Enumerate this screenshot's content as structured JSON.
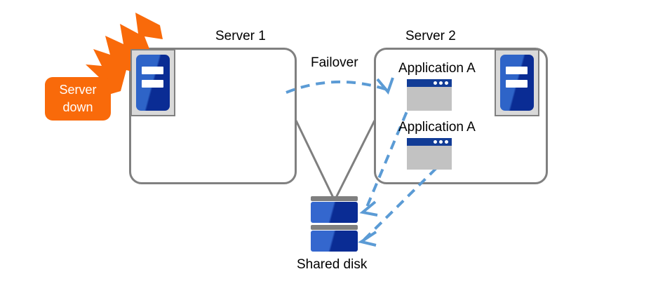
{
  "diagram": {
    "title_server1": "Server 1",
    "title_server2": "Server 2",
    "failover_label": "Failover",
    "shared_disk_label": "Shared disk",
    "badge": {
      "line1": "Server",
      "line2": "down"
    },
    "applications": [
      {
        "label": "Application A"
      },
      {
        "label": "Application A"
      }
    ],
    "colors": {
      "alert_orange": "#F96A0A",
      "server_blue_light": "#2E64C8",
      "server_blue_dark": "#0A2C94",
      "box_gray": "#808080",
      "app_body_gray": "#C2C2C2",
      "app_titlebar_blue": "#123C96",
      "arrow_blue": "#5B9BD5",
      "disk_cap_gray": "#7F7F7F"
    },
    "icons": {
      "server1": "server-icon",
      "server2": "server-icon",
      "lightning": "lightning-bolt-icon",
      "disk": "shared-disk-icon",
      "app_window": "app-window-icon"
    }
  }
}
